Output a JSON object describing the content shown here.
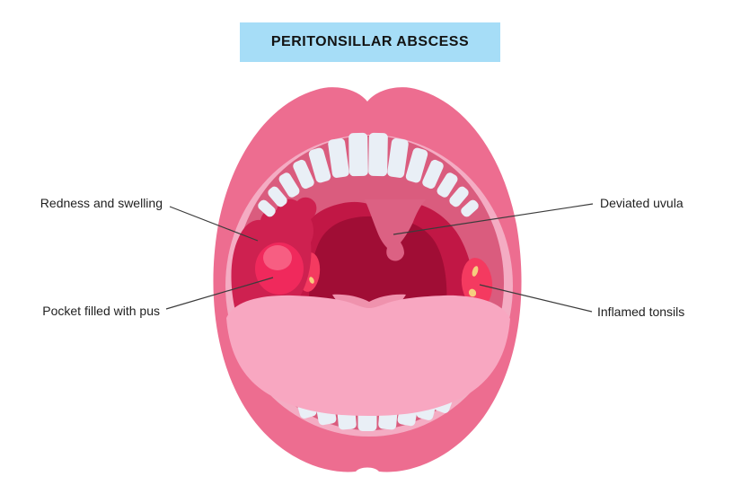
{
  "title": {
    "text": "PERITONSILLAR ABSCESS"
  },
  "annotations": {
    "redness": {
      "label": "Redness and swelling"
    },
    "pus": {
      "label": "Pocket filled with pus"
    },
    "uvula": {
      "label": "Deviated uvula"
    },
    "tonsils": {
      "label": "Inflamed tonsils"
    }
  },
  "colors": {
    "background": "#FFFFFF",
    "banner": "#A6DDF7",
    "title_text": "#131313",
    "label_text": "#1F1F1F",
    "leader_line": "#3C3C3C",
    "lip": "#ED6D90",
    "inner_rim": "#F4ACC3",
    "mouth_interior": "#DA5C7E",
    "arch": "#C11745",
    "deep_throat": "#A00D35",
    "palate_uvula": "#DC6183",
    "abscess": "#CE2150",
    "pus_pocket": "#F0295C",
    "pus_highlight": "#F75E82",
    "tonsil": "#F43A60",
    "tonsil_spot": "#F6CE7E",
    "tongue": "#F8A7C1",
    "tongue_shadow": "#EF92AD",
    "teeth": "#E9EFF6"
  }
}
